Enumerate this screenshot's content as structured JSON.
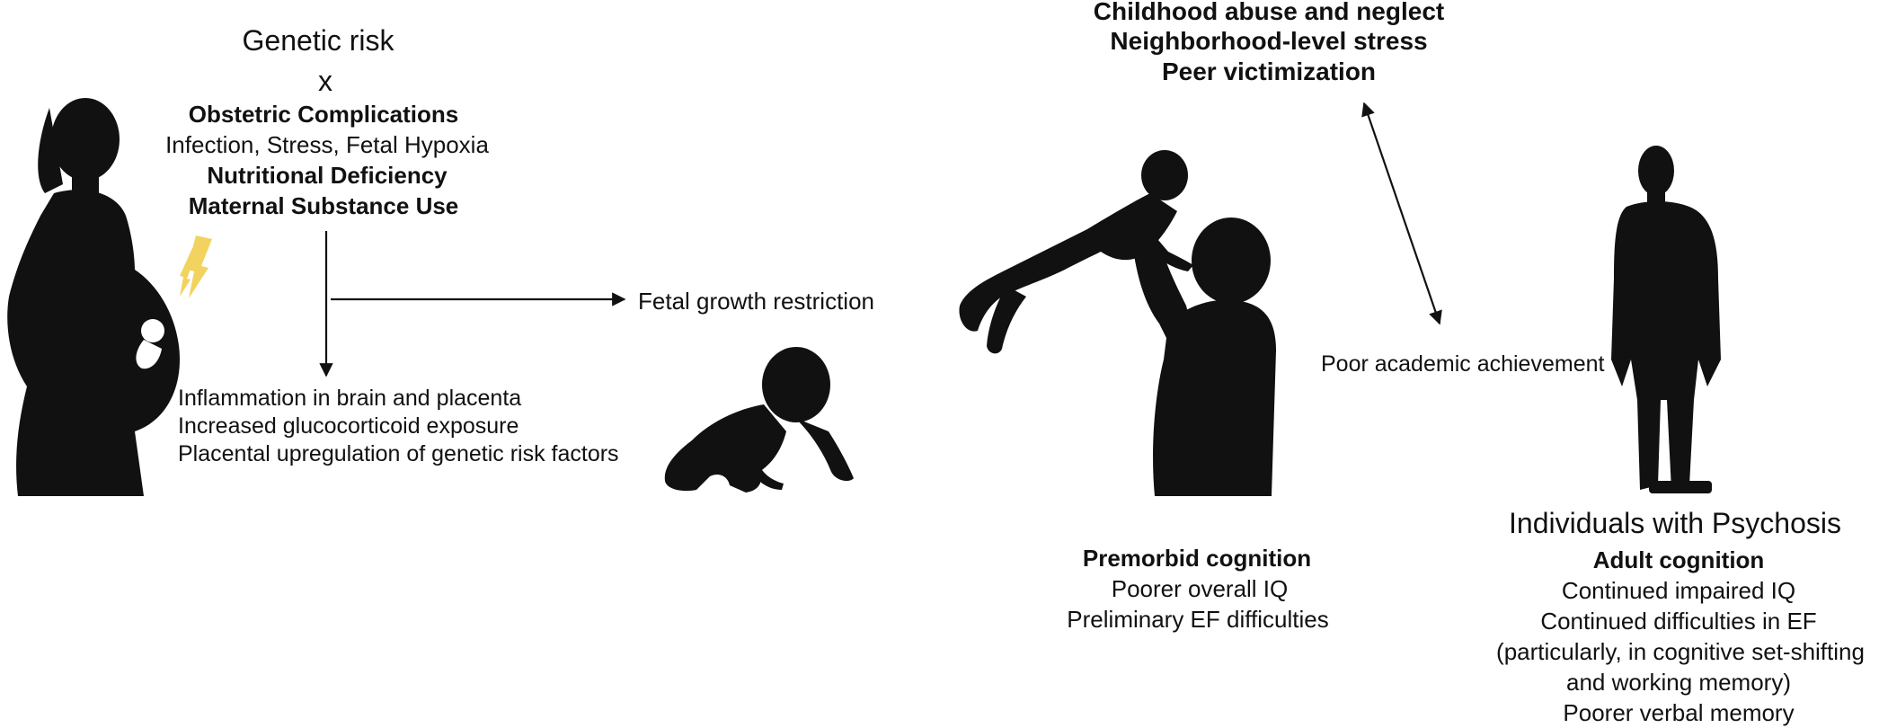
{
  "prenatal": {
    "genetic_risk": "Genetic risk",
    "times": "x",
    "obstetric_title": "Obstetric Complications",
    "obstetric_items": "Infection, Stress, Fetal Hypoxia",
    "nutritional": "Nutritional Deficiency",
    "maternal_substance": "Maternal Substance Use",
    "mechanisms": [
      "Inflammation in brain and placenta",
      "Increased glucocorticoid exposure",
      "Placental upregulation of genetic risk factors"
    ],
    "fetal_growth": "Fetal growth restriction"
  },
  "childhood": {
    "stressors": [
      "Childhood abuse and neglect",
      "Neighborhood-level stress",
      "Peer victimization"
    ],
    "academic": "Poor academic achievement",
    "premorbid_title": "Premorbid cognition",
    "premorbid_items": [
      "Poorer overall IQ",
      "Preliminary EF difficulties"
    ]
  },
  "adult": {
    "heading": "Individuals with Psychosis",
    "cognition_title": "Adult cognition",
    "cognition_items": [
      "Continued impaired IQ",
      "Continued difficulties in EF",
      "(particularly, in cognitive set-shifting",
      "and working memory)",
      "Poorer verbal memory"
    ]
  },
  "icons": {
    "pregnant_woman": "pregnant-woman-silhouette",
    "lightning": "lightning-bolt-icon",
    "fetus": "fetus-silhouette",
    "crawling_baby": "crawling-baby-silhouette",
    "parent_child": "parent-lifting-child-silhouette",
    "adult_man": "adult-man-silhouette"
  },
  "colors": {
    "silhouette": "#111111",
    "lightning": "#f2d35f",
    "text": "#111111"
  }
}
